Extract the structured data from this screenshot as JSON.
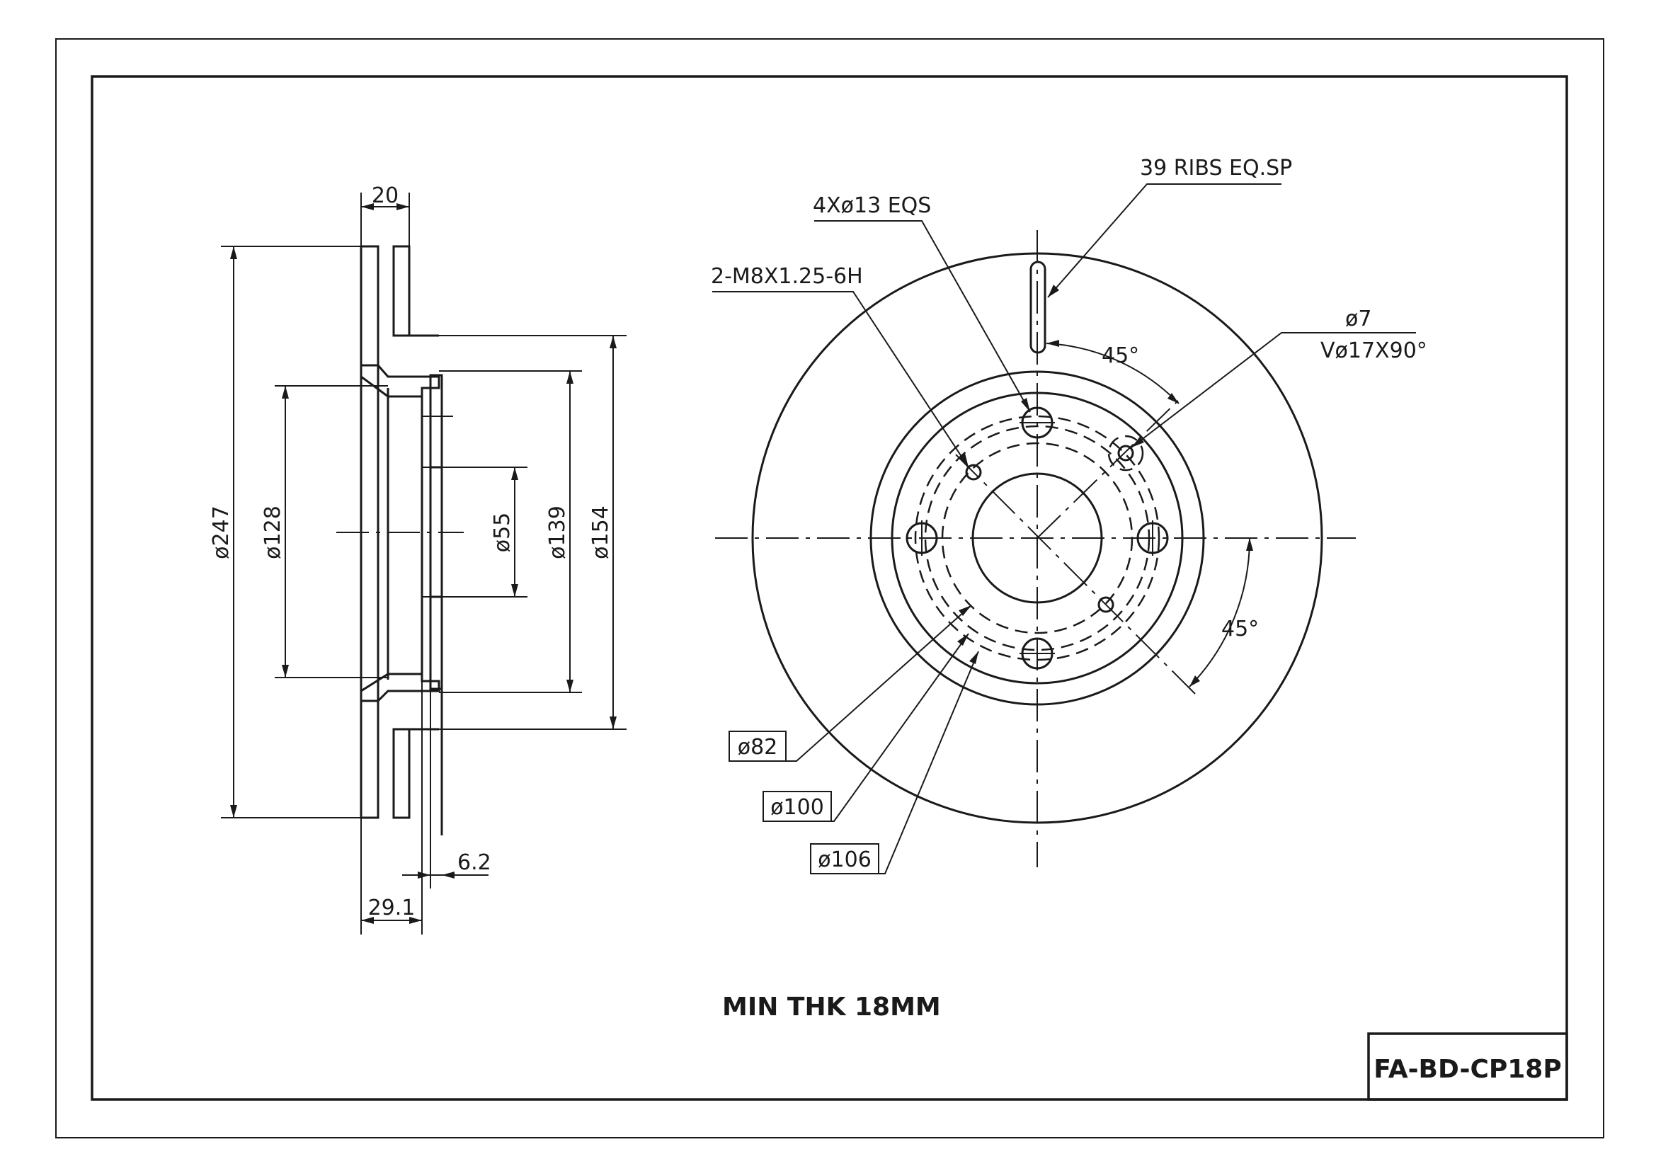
{
  "drawing": {
    "part_number": "FA-BD-CP18P",
    "note": "MIN THK 18MM"
  },
  "side_view": {
    "dim_thickness": "20",
    "dim_d247": "ø247",
    "dim_d128": "ø128",
    "dim_d55": "ø55",
    "dim_d139": "ø139",
    "dim_d154": "ø154",
    "dim_6_2": "6.2",
    "dim_29_1": "29.1"
  },
  "front_view": {
    "label_ribs": "39 RIBS EQ.SP",
    "label_holes": "4Xø13 EQS",
    "label_thread": "2-M8X1.25-6H",
    "label_d7": "ø7",
    "label_v": "Vø17X90°",
    "angle_top": "45°",
    "angle_right": "45°",
    "box_d82": "ø82",
    "box_d100": "ø100",
    "box_d106": "ø106"
  }
}
